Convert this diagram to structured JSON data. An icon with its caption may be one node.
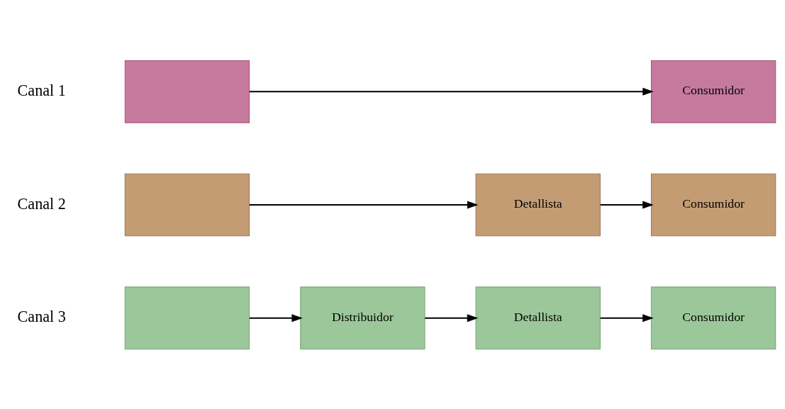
{
  "diagram": {
    "nodes": [
      {
        "text": [],
        "shape": "box"
      },
      {
        "text": [
          "Consumidor"
        ]
      },
      {
        "text": [],
        "shape": "box"
      },
      {
        "text": [
          "Detallista"
        ]
      },
      {
        "text": [
          "Consumidor"
        ]
      },
      {
        "text": [],
        "shape": "box"
      },
      {
        "text": [
          "Distribuidor"
        ]
      },
      {
        "text": [
          "Detallista"
        ]
      },
      {
        "text": [
          "Consumidor"
        ]
      }
    ],
    "edges": [
      {
        "from": 0,
        "to": 1,
        "arrow": "to"
      },
      {
        "from": 2,
        "to": 3,
        "arrow": "to"
      },
      {
        "from": 3,
        "to": 4,
        "arrow": "to"
      },
      {
        "from": 5,
        "to": 6,
        "arrow": "to"
      },
      {
        "from": 6,
        "to": 7,
        "arrow": "to"
      },
      {
        "from": 7,
        "to": 8,
        "arrow": "to"
      }
    ],
    "labels": [
      "Canal 1",
      "Canal 2",
      "Canal 3"
    ]
  }
}
